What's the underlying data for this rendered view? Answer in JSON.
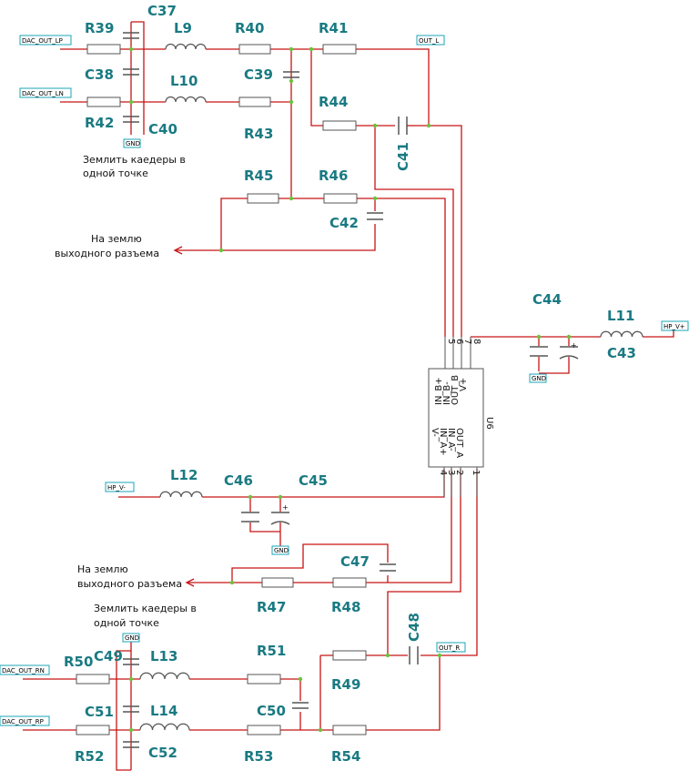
{
  "ports": {
    "dac_out_lp": "DAC_OUT_LP",
    "dac_out_ln": "DAC_OUT_LN",
    "out_l": "OUT_L",
    "hp_vplus": "HP_V+",
    "hp_vminus": "HP_V-",
    "out_r": "OUT_R",
    "dac_out_rn": "DAC_OUT_RN",
    "dac_out_rp": "DAC_OUT_RP",
    "gnd": "GND"
  },
  "refs": {
    "R39": "R39",
    "C37": "C37",
    "L9": "L9",
    "R40": "R40",
    "R41": "R41",
    "C38": "C38",
    "L10": "L10",
    "C39": "C39",
    "R44": "R44",
    "R42": "R42",
    "C40": "C40",
    "R43": "R43",
    "C41": "C41",
    "R45": "R45",
    "R46": "R46",
    "C42": "C42",
    "C44": "C44",
    "L11": "L11",
    "C43": "C43",
    "L12": "L12",
    "C46": "C46",
    "C45": "C45",
    "C47": "C47",
    "R47": "R47",
    "R48": "R48",
    "C48": "C48",
    "C49": "C49",
    "R50": "R50",
    "L13": "L13",
    "R51": "R51",
    "R49": "R49",
    "C51": "C51",
    "L14": "L14",
    "C50": "C50",
    "R52": "R52",
    "C52": "C52",
    "R53": "R53",
    "R54": "R54",
    "U6": "U6"
  },
  "notes": {
    "ground_note_1_line1": "Землить каедеры в",
    "ground_note_1_line2": "одной точке",
    "ground_note_2_line1": "Землить каедеры в",
    "ground_note_2_line2": "одной точке",
    "ground_output_1_line1": "На землю",
    "ground_output_1_line2": "выходного разъема",
    "ground_output_2_line1": "На землю",
    "ground_output_2_line2": "выходного разъема"
  },
  "ic": {
    "ref": "U6",
    "pins_top": [
      {
        "num": "5",
        "name": "IN_B+"
      },
      {
        "num": "6",
        "name": "IN_B-"
      },
      {
        "num": "7",
        "name": "OUT_B"
      },
      {
        "num": "8",
        "name": "V+"
      }
    ],
    "pins_bottom": [
      {
        "num": "4",
        "name": "V-"
      },
      {
        "num": "3",
        "name": "IN_A+"
      },
      {
        "num": "2",
        "name": "IN_A-"
      },
      {
        "num": "1",
        "name": "OUT_A"
      }
    ]
  },
  "colors": {
    "wire": "#c81414",
    "refdes": "#1a7a82",
    "port_border": "#1aa6b7",
    "component": "#555555",
    "junction": "#6bc23a"
  }
}
